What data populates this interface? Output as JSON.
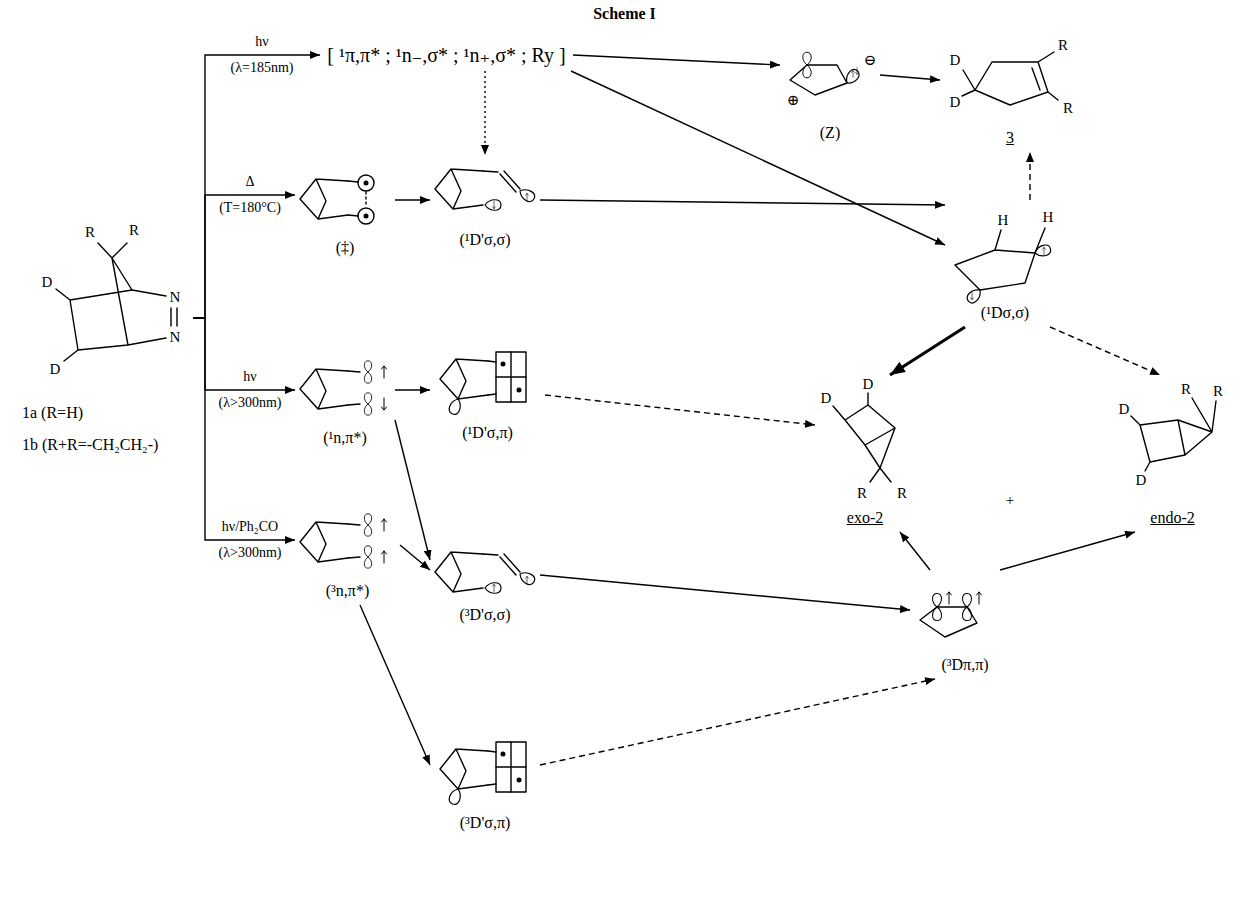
{
  "diagram": {
    "title": "Scheme I",
    "nodes": [
      {
        "text": [
          "1a (R=H)",
          "1b (R+R=-CH₂CH₂-)"
        ]
      },
      {
        "text": [
          "[ ¹π,π* ; ¹n₋,σ* ; ¹n₊,σ* ; Ry ]"
        ]
      },
      {
        "text": [
          "(Z)"
        ]
      },
      {
        "text": [
          "3"
        ]
      },
      {
        "text": [
          "(‡)"
        ]
      },
      {
        "text": [
          "(¹D'σ,σ)"
        ]
      },
      {
        "text": [
          "(¹Dσ,σ)"
        ]
      },
      {
        "text": [
          "(¹n,π*)"
        ]
      },
      {
        "text": [
          "(¹D'σ,π)"
        ]
      },
      {
        "text": [
          "exo-2"
        ]
      },
      {
        "text": [
          "endo-2"
        ]
      },
      {
        "text": [
          "(³D'σ,σ)"
        ]
      },
      {
        "text": [
          "(³Dπ,π)"
        ]
      },
      {
        "text": [
          "(³n,π*)"
        ]
      },
      {
        "text": [
          "(³D'σ,π)"
        ]
      }
    ],
    "edges": [
      {
        "from": 0,
        "to": 1,
        "arrow": "to",
        "label": "hν (λ=185nm)"
      },
      {
        "from": 0,
        "to": 4,
        "arrow": "to",
        "label": "Δ (T=180°C)"
      },
      {
        "from": 0,
        "to": 7,
        "arrow": "to",
        "label": "hν (λ>300nm)"
      },
      {
        "from": 0,
        "to": 13,
        "arrow": "to",
        "label": "hν/Ph₂CO (λ>300nm)"
      },
      {
        "from": 1,
        "to": 2,
        "arrow": "to"
      },
      {
        "from": 2,
        "to": 3,
        "arrow": "to"
      },
      {
        "from": 1,
        "to": 5,
        "arrow": "to"
      },
      {
        "from": 1,
        "to": 6,
        "arrow": "to"
      },
      {
        "from": 4,
        "to": 5,
        "arrow": "to"
      },
      {
        "from": 5,
        "to": 6,
        "arrow": "to"
      },
      {
        "from": 6,
        "to": 3,
        "arrow": "to"
      },
      {
        "from": 6,
        "to": 9,
        "arrow": "to"
      },
      {
        "from": 6,
        "to": 10,
        "arrow": "to"
      },
      {
        "from": 7,
        "to": 8,
        "arrow": "to"
      },
      {
        "from": 8,
        "to": 9,
        "arrow": "to"
      },
      {
        "from": 7,
        "to": 11,
        "arrow": "to"
      },
      {
        "from": 13,
        "to": 11,
        "arrow": "to"
      },
      {
        "from": 13,
        "to": 14,
        "arrow": "to"
      },
      {
        "from": 11,
        "to": 12,
        "arrow": "to"
      },
      {
        "from": 14,
        "to": 12,
        "arrow": "to"
      },
      {
        "from": 12,
        "to": 9,
        "arrow": "to"
      },
      {
        "from": 12,
        "to": 10,
        "arrow": "to"
      }
    ],
    "labels": [
      "R",
      "R",
      "D",
      "D",
      "N",
      "N",
      "⊖",
      "⊕",
      "D",
      "D",
      "R",
      "R",
      "H",
      "H",
      "D",
      "D",
      "R",
      "R",
      "+",
      "D",
      "D",
      "R",
      "R"
    ]
  }
}
